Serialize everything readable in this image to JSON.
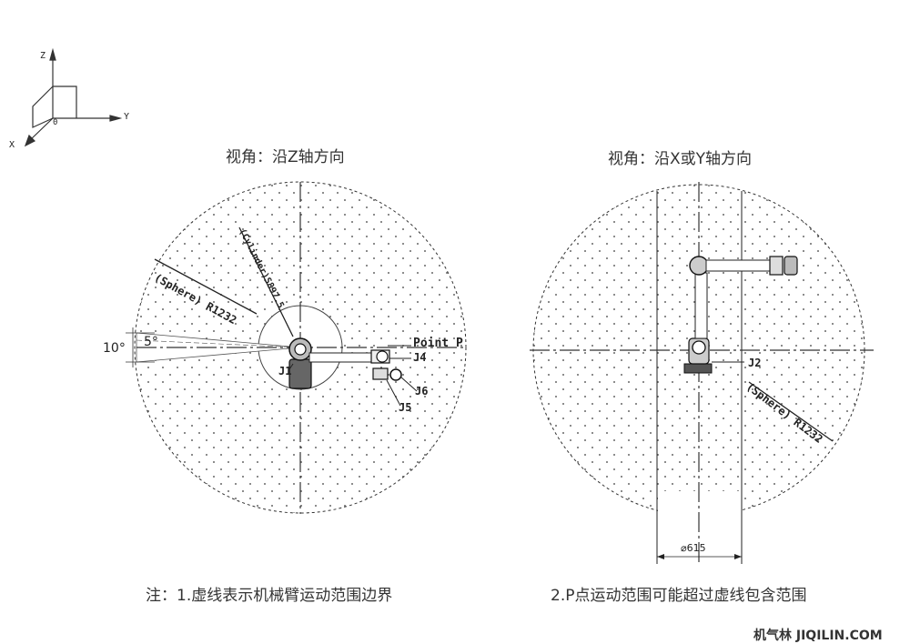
{
  "axes_icon": {
    "z": "Z",
    "x": "X",
    "y": "Y",
    "origin": "0"
  },
  "left_view": {
    "title": "视角：沿Z轴方向",
    "sphere_label": "(Sphere) R1232",
    "cylinder_label": "(Cylinder)S897.5",
    "angle_outer": "10°",
    "angle_inner": "5°",
    "point_label": "Point P",
    "joints": {
      "j1": "J1",
      "j4": "J4",
      "j5": "J5",
      "j6": "J6"
    }
  },
  "right_view": {
    "title": "视角：沿X或Y轴方向",
    "sphere_label": "(Sphere) R1232",
    "joint_label": "J2",
    "base_dim": "⌀615"
  },
  "notes": {
    "note1": "注：1.虚线表示机械臂运动范围边界",
    "note2": "2.P点运动范围可能超过虚线包含范围"
  },
  "watermark": "机气林 JIQILIN.COM"
}
